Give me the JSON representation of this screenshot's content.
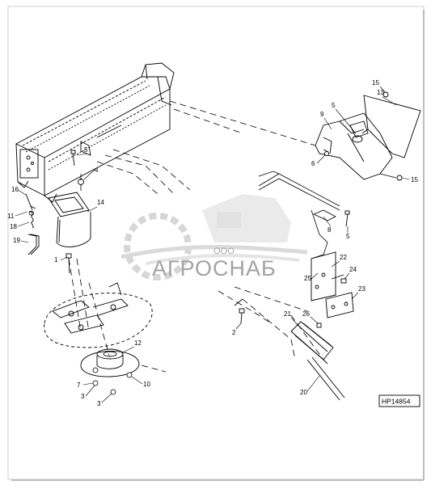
{
  "diagram": {
    "drawing_number": "HP14854",
    "watermark": {
      "company_prefix": "ООО",
      "company_name": "АГРОСНАБ"
    },
    "callouts": [
      {
        "id": "c15a",
        "label": "15"
      },
      {
        "id": "c13",
        "label": "13"
      },
      {
        "id": "c9",
        "label": "9"
      },
      {
        "id": "c5a",
        "label": "5"
      },
      {
        "id": "c5b",
        "label": "5"
      },
      {
        "id": "c6",
        "label": "6"
      },
      {
        "id": "c15b",
        "label": "15"
      },
      {
        "id": "c4",
        "label": "4"
      },
      {
        "id": "c16",
        "label": "16"
      },
      {
        "id": "c14",
        "label": "14"
      },
      {
        "id": "c11",
        "label": "11"
      },
      {
        "id": "c18",
        "label": "18"
      },
      {
        "id": "c19",
        "label": "19"
      },
      {
        "id": "c8",
        "label": "8"
      },
      {
        "id": "c5c",
        "label": "5"
      },
      {
        "id": "c1",
        "label": "1"
      },
      {
        "id": "c22",
        "label": "22"
      },
      {
        "id": "c24",
        "label": "24"
      },
      {
        "id": "c25",
        "label": "25"
      },
      {
        "id": "c23",
        "label": "23"
      },
      {
        "id": "c21",
        "label": "21"
      },
      {
        "id": "c26",
        "label": "26"
      },
      {
        "id": "c2",
        "label": "2"
      },
      {
        "id": "c12",
        "label": "12"
      },
      {
        "id": "c7",
        "label": "7"
      },
      {
        "id": "c10",
        "label": "10"
      },
      {
        "id": "c3a",
        "label": "3"
      },
      {
        "id": "c3b",
        "label": "3"
      },
      {
        "id": "c20",
        "label": "20"
      }
    ]
  }
}
